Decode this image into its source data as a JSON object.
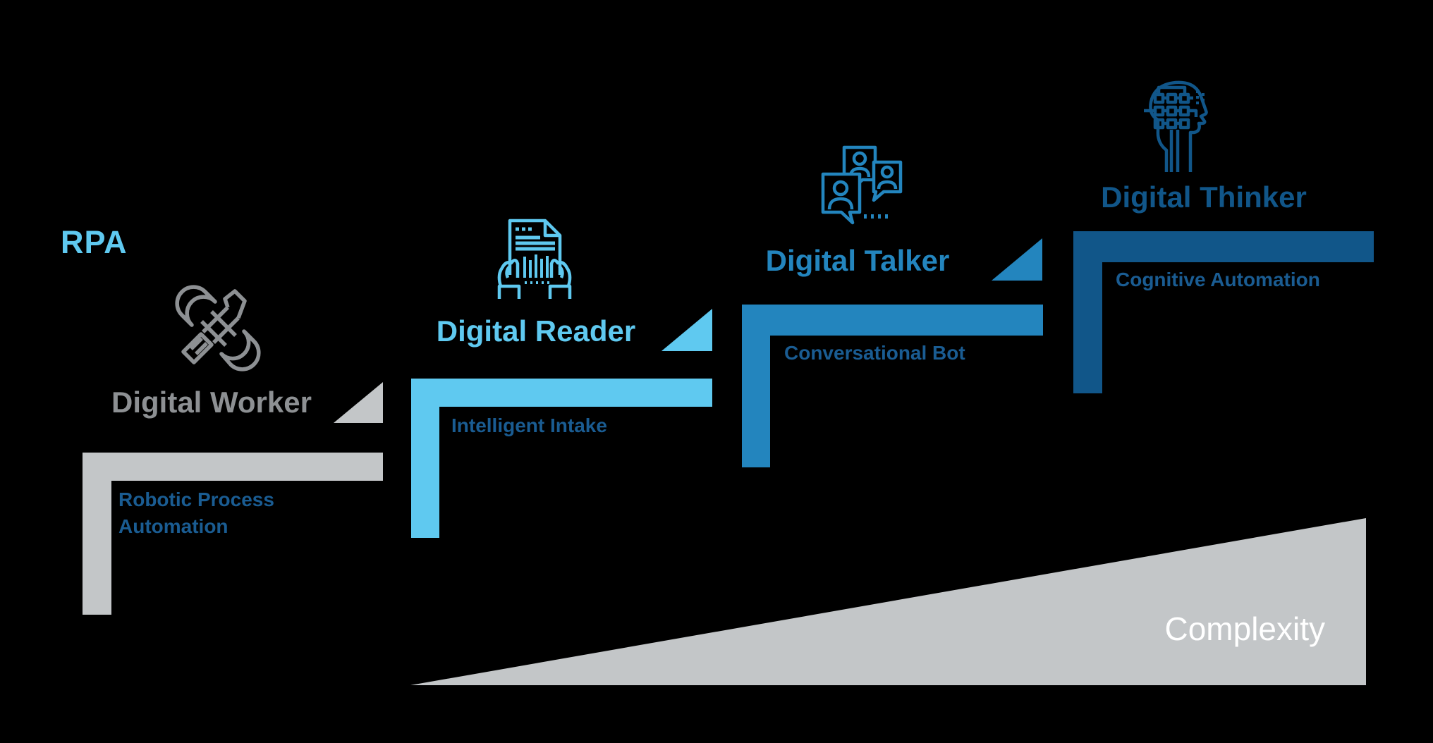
{
  "diagram": {
    "rpa_label": "RPA",
    "background_color": "#000000",
    "label_text_color": "#1A5C92",
    "steps": [
      {
        "id": "digital-worker",
        "title": "Digital Worker",
        "subtitle": "Robotic Process Automation",
        "color": "#C3C6C8",
        "title_color": "#8D9093",
        "icon": "tools-icon"
      },
      {
        "id": "digital-reader",
        "title": "Digital Reader",
        "subtitle": "Intelligent Intake",
        "color": "#5FC9F0",
        "title_color": "#5FC9F0",
        "icon": "document-reader-icon"
      },
      {
        "id": "digital-talker",
        "title": "Digital Talker",
        "subtitle": "Conversational Bot",
        "color": "#2385BE",
        "title_color": "#2385BE",
        "icon": "chat-bubbles-icon"
      },
      {
        "id": "digital-thinker",
        "title": "Digital Thinker",
        "subtitle": "Cognitive Automation",
        "color": "#115689",
        "title_color": "#115689",
        "icon": "head-circuit-icon"
      }
    ],
    "complexity": {
      "label": "Complexity",
      "color": "#C3C6C8",
      "text_color": "#FFFFFF"
    }
  }
}
